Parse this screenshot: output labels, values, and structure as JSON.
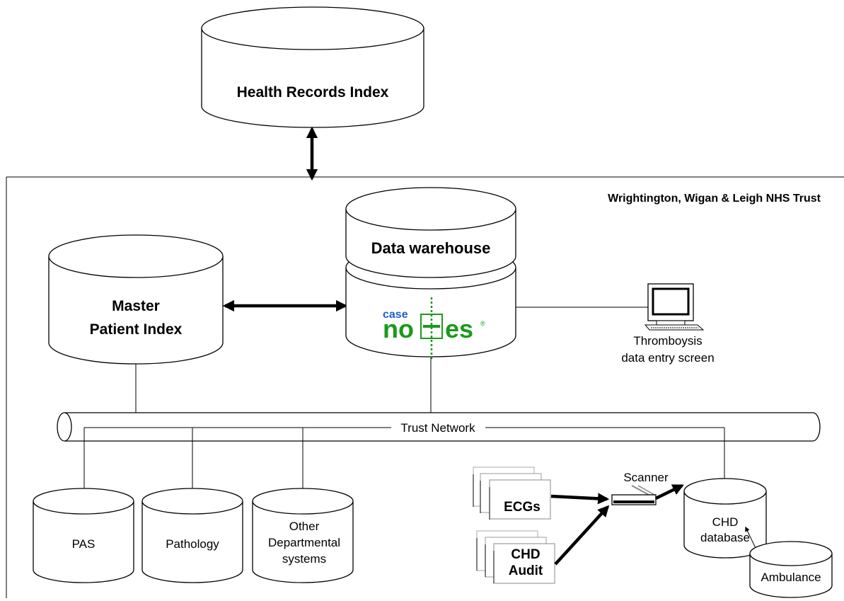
{
  "diagram": {
    "nodes": {
      "health_records_index": "Health Records Index",
      "trust_name": "Wrightington, Wigan & Leigh NHS Trust",
      "data_warehouse": "Data warehouse",
      "master_patient_index": [
        "Master",
        "Patient Index"
      ],
      "casenotes_logo": {
        "case": "case",
        "no": "no",
        "plus": "+",
        "es": "es",
        "reg": "®",
        "color": "#1a9a1a"
      },
      "thromboysis": [
        "Thromboysis",
        "data entry screen"
      ],
      "trust_network": "Trust Network",
      "pas": "PAS",
      "pathology": "Pathology",
      "other_departmental": [
        "Other",
        "Departmental",
        "systems"
      ],
      "scanner": "Scanner",
      "chd_database": [
        "CHD",
        "database"
      ],
      "ecgs": "ECGs",
      "chd_audit": [
        "CHD",
        "Audit"
      ],
      "ambulance": "Ambulance"
    },
    "edges": [
      {
        "from": "health_records_index",
        "to": "trust",
        "style": "thick",
        "arrows": "both"
      },
      {
        "from": "master_patient_index",
        "to": "data_warehouse",
        "style": "thick",
        "arrows": "both"
      },
      {
        "from": "data_warehouse",
        "to": "thromboysis",
        "style": "thin",
        "arrows": "none"
      },
      {
        "from": "master_patient_index",
        "to": "trust_network",
        "style": "thin",
        "arrows": "none"
      },
      {
        "from": "data_warehouse",
        "to": "trust_network",
        "style": "thin",
        "arrows": "none"
      },
      {
        "from": "trust_network",
        "to": "pas",
        "style": "thin",
        "arrows": "none"
      },
      {
        "from": "trust_network",
        "to": "pathology",
        "style": "thin",
        "arrows": "none"
      },
      {
        "from": "trust_network",
        "to": "other_departmental",
        "style": "thin",
        "arrows": "none"
      },
      {
        "from": "trust_network",
        "to": "chd_database",
        "style": "thin",
        "arrows": "none"
      },
      {
        "from": "ecgs",
        "to": "scanner",
        "style": "thick",
        "arrows": "forward"
      },
      {
        "from": "chd_audit",
        "to": "scanner",
        "style": "thick",
        "arrows": "forward"
      },
      {
        "from": "scanner",
        "to": "chd_database",
        "style": "thick",
        "arrows": "forward"
      },
      {
        "from": "ambulance",
        "to": "chd_database",
        "style": "thin",
        "arrows": "forward"
      }
    ]
  }
}
